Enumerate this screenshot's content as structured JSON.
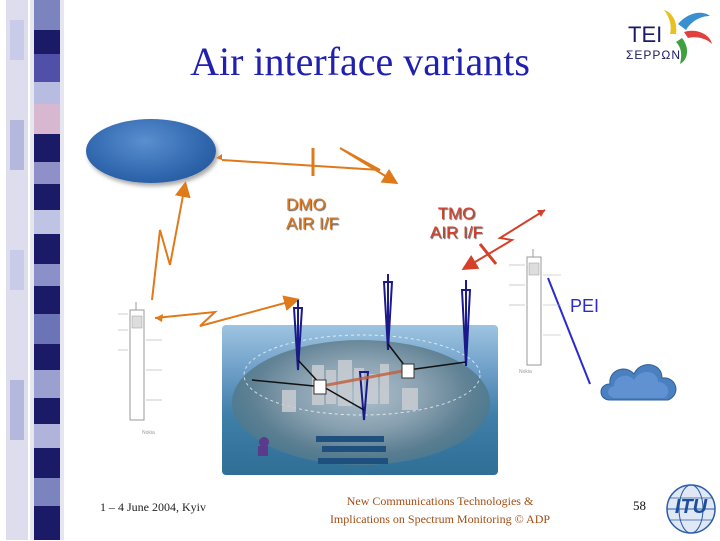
{
  "slide": {
    "title": "Air interface variants",
    "labels": {
      "dmo": "DMO\nAIR I/F",
      "dmo_line1": "DMO",
      "dmo_line2": "AIR I/F",
      "tmo_line1": "TMO",
      "tmo_line2": "AIR I/F",
      "pei": "PEI"
    },
    "footer": {
      "date": "1 – 4 June 2004, Kyiv",
      "center_line1": "New Communications Technologies &",
      "center_line2": "Implications on Spectrum Monitoring © ADP",
      "page_number": "58"
    },
    "logos": {
      "tei_line1": "TEI",
      "tei_line2": "ΣΕΡΡΩΝ",
      "itu": "ITU"
    }
  },
  "colors": {
    "title": "#1f1fb0",
    "dmo": "#e0791a",
    "tmo": "#d6402a",
    "pei": "#2a2ad0",
    "footer_center": "#a34c14"
  },
  "icons": [
    "cloud-network",
    "radio-mast",
    "handheld-terminal",
    "base-station-box",
    "itu-logo",
    "tei-logo"
  ]
}
